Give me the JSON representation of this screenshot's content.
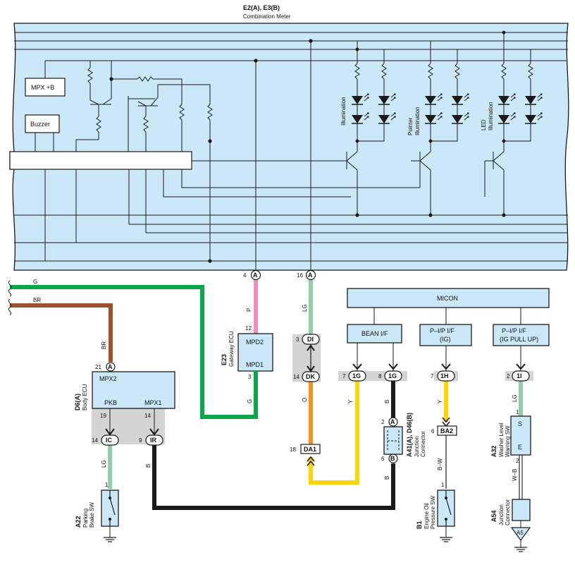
{
  "meter": {
    "connector": "E2(A), E3(B)",
    "name": "Combination Meter",
    "mpx_label": "MPX +B",
    "buzzer_label": "Buzzer",
    "illum_1": "Illumination",
    "illum_2a": "Pointer",
    "illum_2b": "Illumination",
    "illum_3a": "LED",
    "illum_3b": "Illumination",
    "pin_4": "4",
    "pin_16": "16",
    "pin_letter": "A"
  },
  "wires": {
    "g_top": "G",
    "br_top": "BR",
    "br_down": "BR",
    "p": "P",
    "lg_meter": "LG",
    "g_gateway": "G",
    "o": "O",
    "y_1": "Y",
    "b_1": "B",
    "y_2": "Y",
    "lg_pkb": "LG",
    "b_ir": "B",
    "b_jc": "B",
    "lg_washer": "LG",
    "bw": "B–W",
    "wb": "W–B"
  },
  "colors": {
    "green": "#0aa74a",
    "brown": "#a0512b",
    "pink": "#f08fbf",
    "light_green": "#8fd0a8",
    "orange": "#f5931f",
    "yellow": "#ffd500",
    "black": "#1a1a1a",
    "panel": "#cbe8f8",
    "shade": "#d4d4d4"
  },
  "gateway": {
    "code": "E23",
    "name": "Gateway ECU",
    "mpd2": "MPD2",
    "mpd1": "MPD1",
    "pin_12": "12",
    "pin_3": "3"
  },
  "body_ecu": {
    "code": "D6(A)",
    "name": "Body ECU",
    "mpx2": "MPX2",
    "pkb": "PKB",
    "mpx1": "MPX1",
    "pin_21": "21",
    "pin_a": "A",
    "pin_19": "19",
    "pin_14": "14"
  },
  "connectors": {
    "di_num": "3",
    "di": "DI",
    "dk_num": "14",
    "dk": "DK",
    "da1_num": "18",
    "da1": "DA1",
    "ic_num": "14",
    "ic": "IC",
    "ir_num": "9",
    "ir": "IR",
    "g1_a_num": "7",
    "g1_a": "1G",
    "g1_b_num": "8",
    "g1_b": "1G",
    "h1_num": "7",
    "h1": "1H",
    "i1_num": "2",
    "i1": "1I",
    "ba2_num": "6",
    "ba2": "BA2"
  },
  "micon": {
    "label": "MICON",
    "bean": "BEAN I/F",
    "pip_ig_1": "P–I/P I/F",
    "pip_ig_2": "(IG)",
    "pip_up_1": "P–I/P I/F",
    "pip_up_2": "(IG PULL UP)"
  },
  "junction": {
    "code": "A41(A), D46(B)",
    "name_1": "Junction",
    "name_2": "Connector",
    "pin_2": "2",
    "pin_a": "A",
    "pin_6": "6",
    "pin_b": "B"
  },
  "parking": {
    "code": "A22",
    "name_1": "Parking",
    "name_2": "Brake SW",
    "pin_1": "1"
  },
  "oil": {
    "code": "B1",
    "name_1": "Engine Oil",
    "name_2": "Pressure SW",
    "pin_1": "1"
  },
  "washer": {
    "code": "A32",
    "name_1": "Washer Level",
    "name_2": "Warning SW",
    "pin_1": "1",
    "pin_2": "2",
    "s": "S",
    "e": "E"
  },
  "junction2": {
    "code": "A54",
    "name_1": "Junction",
    "name_2": "Connector",
    "ground": "A5"
  }
}
